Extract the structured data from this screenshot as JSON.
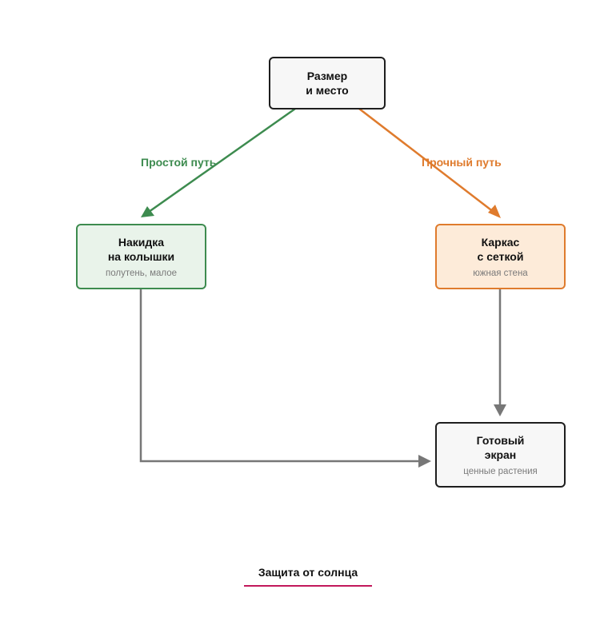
{
  "nodes": {
    "start": {
      "title_line1": "Размер",
      "title_line2": "и место"
    },
    "easy": {
      "title_line1": "Накидка",
      "title_line2": "на колышки",
      "subtitle": "полутень, малое"
    },
    "durable": {
      "title_line1": "Каркас",
      "title_line2": "с сеткой",
      "subtitle": "южная стена"
    },
    "done": {
      "title_line1": "Готовый",
      "title_line2": "экран",
      "subtitle": "ценные растения"
    }
  },
  "edges": {
    "easy_label": "Простой путь",
    "durable_label": "Прочный путь"
  },
  "footer": {
    "title": "Защита от солнца"
  },
  "colors": {
    "green": "#3d8b4f",
    "orange": "#df7b2d",
    "gray": "#777777",
    "accent_line": "#c2185b"
  }
}
